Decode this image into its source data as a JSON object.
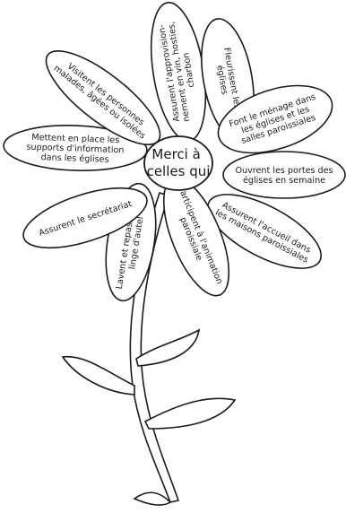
{
  "center": {
    "lines": [
      "Merci à",
      "celles qui"
    ]
  },
  "petals": [
    {
      "lines": [
        "Assurent l'approvision-",
        "nement en vin, hosties,",
        "charbon"
      ]
    },
    {
      "lines": [
        "Fleurissent les",
        "églises"
      ]
    },
    {
      "lines": [
        "Font le ménage dans",
        "les églises et les",
        "salles paroissiales"
      ]
    },
    {
      "lines": [
        "Ouvrent les portes des",
        "églises en semaine"
      ]
    },
    {
      "lines": [
        "Assurent l'accueil dans",
        "les maisons paroissiales"
      ]
    },
    {
      "lines": [
        "Participent à l'animation",
        "paroissiale"
      ]
    },
    {
      "lines": [
        "Lavent et repassent le",
        "linge d'autel"
      ]
    },
    {
      "lines": [
        "Assurent le secrétariat"
      ]
    },
    {
      "lines": [
        "Mettent en place les",
        "supports d'information",
        "dans les églises"
      ]
    },
    {
      "lines": [
        "Visitent les personnes",
        "malades, âgées ou isolées"
      ]
    }
  ]
}
